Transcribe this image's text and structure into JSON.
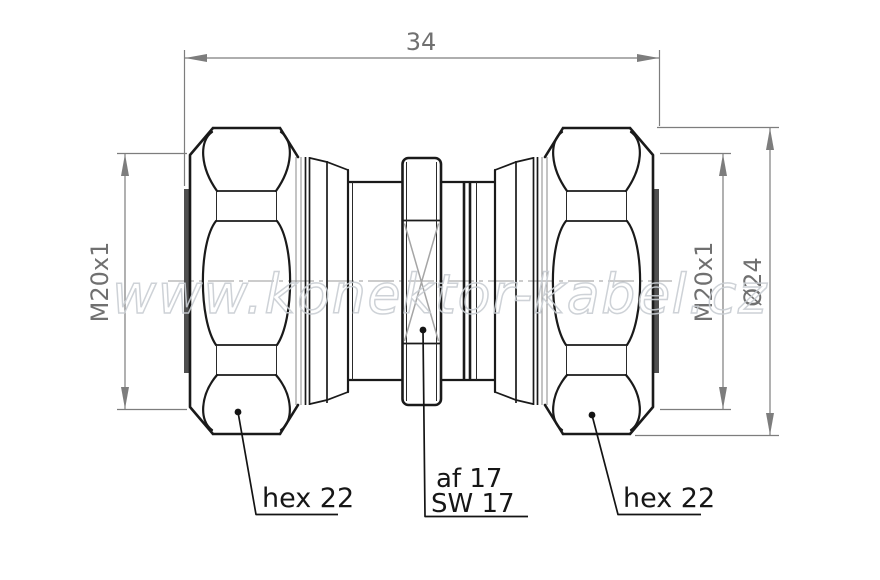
{
  "drawing": {
    "type": "technical-dimension-drawing",
    "part": "coaxial adapter with two hex coupling nuts",
    "background": "#ffffff"
  },
  "dimensions": {
    "overall_length": {
      "value": "34"
    },
    "thread_left": {
      "value": "M20x1"
    },
    "thread_right": {
      "value": "M20x1"
    },
    "outer_diameter": {
      "value": "Ø24"
    }
  },
  "callouts": {
    "hex_left": {
      "text": "hex 22"
    },
    "hex_right": {
      "text": "hex 22"
    },
    "center_flats_line1": {
      "text": "af 17"
    },
    "center_flats_line2": {
      "text": "SW 17"
    }
  },
  "watermark": {
    "text": "www.konektor-kabel.cz",
    "color": "#c9ced3"
  },
  "colors": {
    "outline": "#1a1a1a",
    "dimension": "#7d7d7d",
    "dimension_text": "#707070",
    "thread": "#4f4f4f",
    "centerline": "#9a9a9a",
    "knurl_cross": "#a5a5a5",
    "leader": "#141414"
  }
}
